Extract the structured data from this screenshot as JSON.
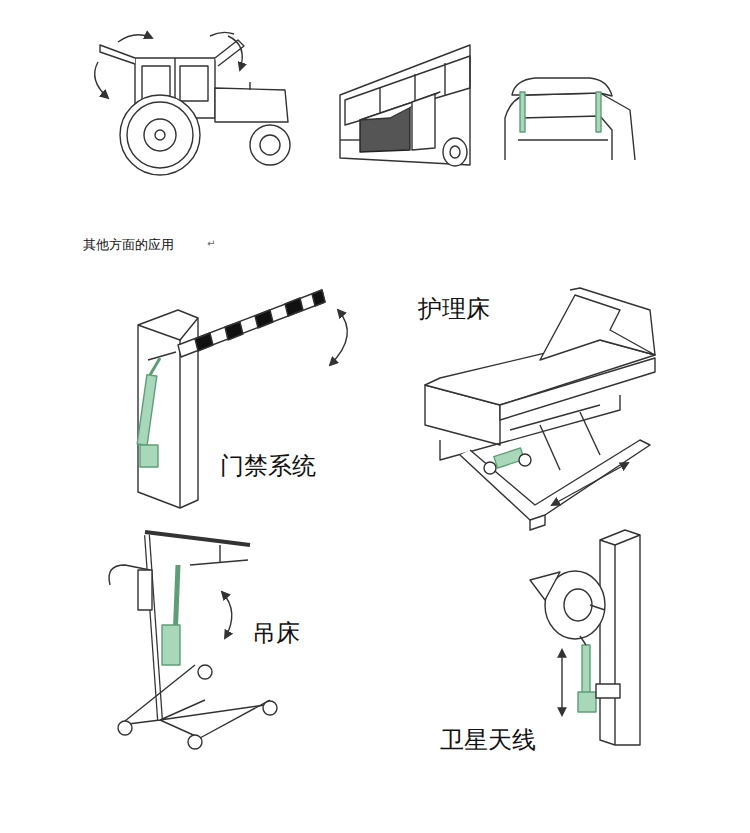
{
  "diagram": {
    "title": "其他方面的应用",
    "labels": [
      "↵",
      "护理床",
      "门禁系统",
      "吊床",
      "卫星天线"
    ]
  }
}
